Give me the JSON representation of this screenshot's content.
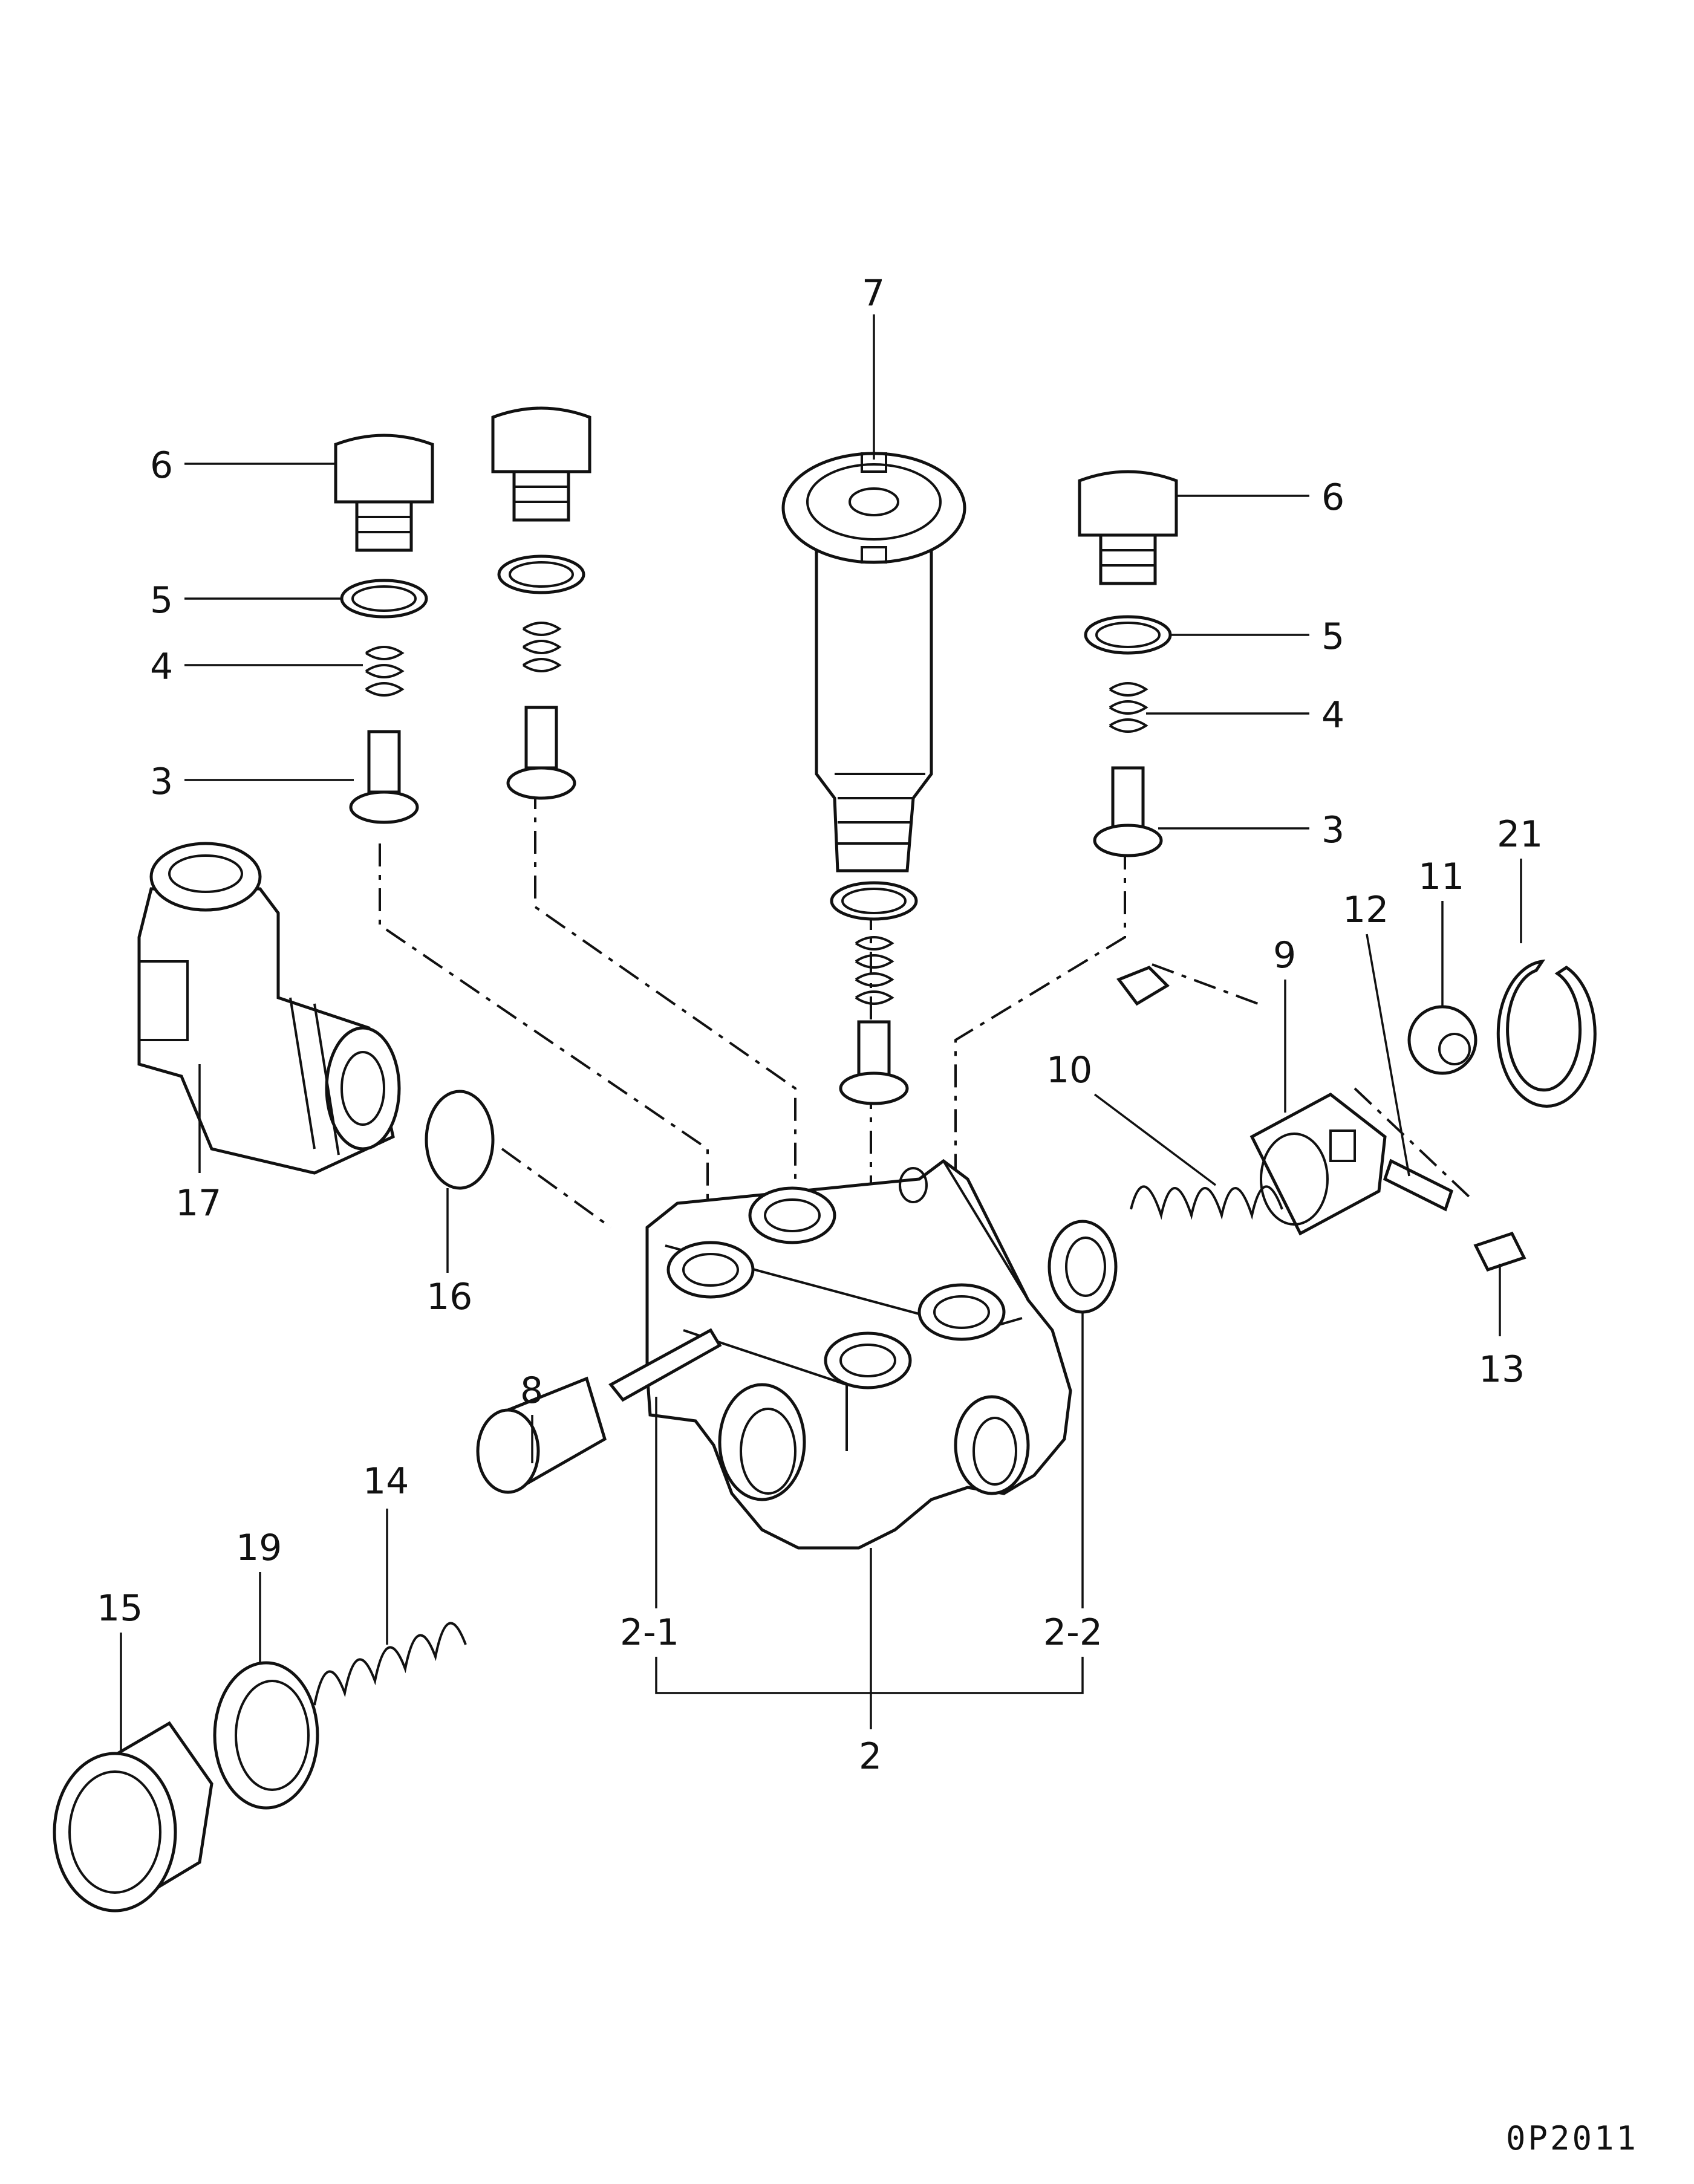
{
  "drawing_code": "0P2011",
  "callouts": {
    "c6_left": "6",
    "c5_left": "5",
    "c4_left": "4",
    "c3_left": "3",
    "c7": "7",
    "c6_right": "6",
    "c5_right": "5",
    "c4_right": "4",
    "c3_right": "3",
    "c21": "21",
    "c11": "11",
    "c12": "12",
    "c9": "9",
    "c10": "10",
    "c13": "13",
    "c17": "17",
    "c16": "16",
    "c8": "8",
    "c14": "14",
    "c19": "19",
    "c15": "15",
    "c2_1": "2-1",
    "c2_2": "2-2",
    "c2": "2"
  }
}
